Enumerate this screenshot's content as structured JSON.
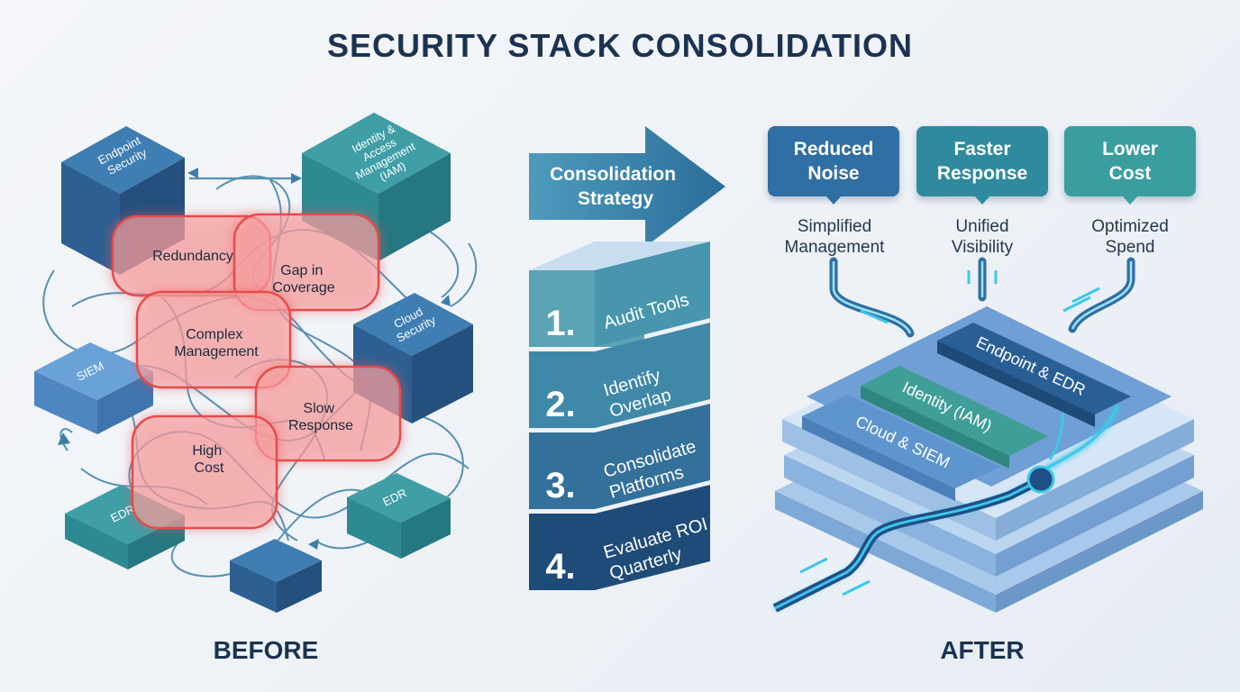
{
  "title": "SECURITY STACK CONSOLIDATION",
  "before": {
    "label": "BEFORE",
    "tools": {
      "endpoint": [
        "Endpoint",
        "Security"
      ],
      "iam": [
        "Identity &",
        "Access",
        "Management",
        "(IAM)"
      ],
      "siem": "SIEM",
      "cloud": [
        "Cloud",
        "Security"
      ],
      "edr_left": "EDR",
      "edr_right": "EDR"
    },
    "problems": {
      "redundancy": "Redundancy",
      "gap": [
        "Gap in",
        "Coverage"
      ],
      "complex": [
        "Complex",
        "Management"
      ],
      "slow": [
        "Slow",
        "Response"
      ],
      "cost": [
        "High",
        "Cost"
      ]
    }
  },
  "strategy": {
    "arrow_label": [
      "Consolidation",
      "Strategy"
    ],
    "steps": [
      {
        "number": "1.",
        "lines": [
          "Audit Tools"
        ]
      },
      {
        "number": "2.",
        "lines": [
          "Identify",
          "Overlap"
        ]
      },
      {
        "number": "3.",
        "lines": [
          "Consolidate",
          "Platforms"
        ]
      },
      {
        "number": "4.",
        "lines": [
          "Evaluate ROI",
          "Quarterly"
        ]
      }
    ]
  },
  "after": {
    "label": "AFTER",
    "badges": [
      {
        "label": "Reduced Noise",
        "color": "#2f6fa3"
      },
      {
        "label": "Faster Response",
        "color": "#2f8a9e"
      },
      {
        "label": "Lower Cost",
        "color": "#3a9e9e"
      }
    ],
    "benefits": [
      {
        "lines": [
          "Simplified",
          "Management"
        ]
      },
      {
        "lines": [
          "Unified",
          "Visibility"
        ]
      },
      {
        "lines": [
          "Optimized",
          "Spend"
        ]
      }
    ],
    "platform_layers": [
      "Endpoint & EDR",
      "Identity (IAM)",
      "Cloud & SIEM"
    ]
  }
}
